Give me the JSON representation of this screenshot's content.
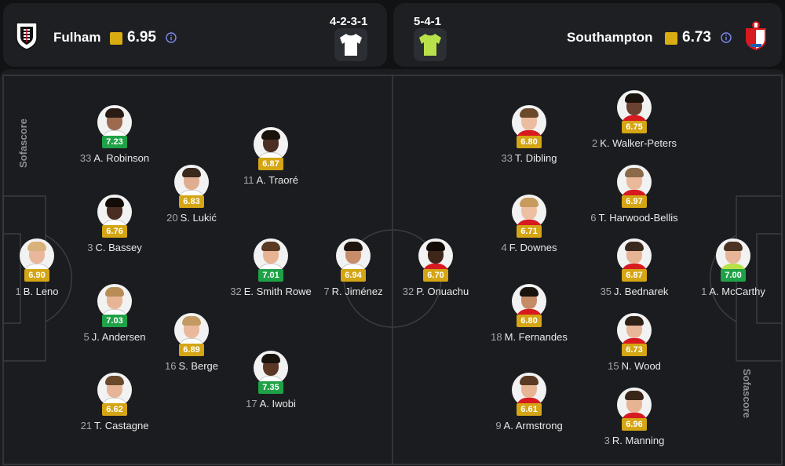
{
  "home": {
    "name": "Fulham",
    "rating": "6.95",
    "formation": "4-2-3-1",
    "crest_icon": "fulham-crest-icon",
    "jersey_color": "#ffffff",
    "players": [
      {
        "number": "1",
        "name": "B. Leno",
        "rating": "6.90",
        "rating_color": "yellow",
        "skin": "#e9b79b",
        "hair": "#d8b27a"
      },
      {
        "number": "33",
        "name": "A. Robinson",
        "rating": "7.23",
        "rating_color": "green",
        "skin": "#9b6a4f",
        "hair": "#2a1c14"
      },
      {
        "number": "3",
        "name": "C. Bassey",
        "rating": "6.76",
        "rating_color": "yellow",
        "skin": "#4a2e22",
        "hair": "#140c08"
      },
      {
        "number": "5",
        "name": "J. Andersen",
        "rating": "7.03",
        "rating_color": "green",
        "skin": "#e7b596",
        "hair": "#b88c55"
      },
      {
        "number": "21",
        "name": "T. Castagne",
        "rating": "6.62",
        "rating_color": "yellow",
        "skin": "#e6b497",
        "hair": "#6b4a2c"
      },
      {
        "number": "20",
        "name": "S. Lukić",
        "rating": "6.83",
        "rating_color": "yellow",
        "skin": "#e1ad90",
        "hair": "#3a2a1e"
      },
      {
        "number": "16",
        "name": "S. Berge",
        "rating": "6.89",
        "rating_color": "yellow",
        "skin": "#eab99c",
        "hair": "#c39a62"
      },
      {
        "number": "11",
        "name": "A. Traoré",
        "rating": "6.87",
        "rating_color": "yellow",
        "skin": "#4a2e22",
        "hair": "#1a120c"
      },
      {
        "number": "32",
        "name": "E. Smith Rowe",
        "rating": "7.01",
        "rating_color": "green",
        "skin": "#e7b393",
        "hair": "#5a3a22"
      },
      {
        "number": "17",
        "name": "A. Iwobi",
        "rating": "7.35",
        "rating_color": "green",
        "skin": "#5b3826",
        "hair": "#1a120c"
      },
      {
        "number": "7",
        "name": "R. Jiménez",
        "rating": "6.94",
        "rating_color": "yellow",
        "skin": "#c78d6a",
        "hair": "#1f1610"
      }
    ]
  },
  "away": {
    "name": "Southampton",
    "rating": "6.73",
    "formation": "5-4-1",
    "crest_icon": "southampton-crest-icon",
    "jersey_color": "#b8e04a",
    "players": [
      {
        "number": "1",
        "name": "A. McCarthy",
        "rating": "7.00",
        "rating_color": "green",
        "skin": "#e7b598",
        "hair": "#4a3322"
      },
      {
        "number": "2",
        "name": "K. Walker-Peters",
        "rating": "6.75",
        "rating_color": "yellow",
        "skin": "#6a4330",
        "hair": "#1a120c"
      },
      {
        "number": "6",
        "name": "T. Harwood-Bellis",
        "rating": "6.97",
        "rating_color": "yellow",
        "skin": "#eab99c",
        "hair": "#8a6a48"
      },
      {
        "number": "35",
        "name": "J. Bednarek",
        "rating": "6.87",
        "rating_color": "yellow",
        "skin": "#e6b394",
        "hair": "#3a2a1e"
      },
      {
        "number": "15",
        "name": "N. Wood",
        "rating": "6.73",
        "rating_color": "yellow",
        "skin": "#e8b698",
        "hair": "#2d2118"
      },
      {
        "number": "3",
        "name": "R. Manning",
        "rating": "6.96",
        "rating_color": "yellow",
        "skin": "#e6b393",
        "hair": "#3a2618"
      },
      {
        "number": "33",
        "name": "T. Dibling",
        "rating": "6.80",
        "rating_color": "yellow",
        "skin": "#ebbc9f",
        "hair": "#6b4a2c"
      },
      {
        "number": "4",
        "name": "F. Downes",
        "rating": "6.71",
        "rating_color": "yellow",
        "skin": "#edc0a4",
        "hair": "#c79a5e"
      },
      {
        "number": "18",
        "name": "M. Fernandes",
        "rating": "6.80",
        "rating_color": "yellow",
        "skin": "#c58a66",
        "hair": "#1a120c"
      },
      {
        "number": "9",
        "name": "A. Armstrong",
        "rating": "6.61",
        "rating_color": "yellow",
        "skin": "#e7b596",
        "hair": "#5a3a22"
      },
      {
        "number": "32",
        "name": "P. Onuachu",
        "rating": "6.70",
        "rating_color": "yellow",
        "skin": "#3e261b",
        "hair": "#120b07"
      }
    ]
  },
  "watermark": "Sofascore",
  "colors": {
    "rating_yellow": "#d4a514",
    "rating_green": "#1fa247",
    "team_rating_square": "#d9ad12",
    "info_icon": "#7c8cf0"
  }
}
